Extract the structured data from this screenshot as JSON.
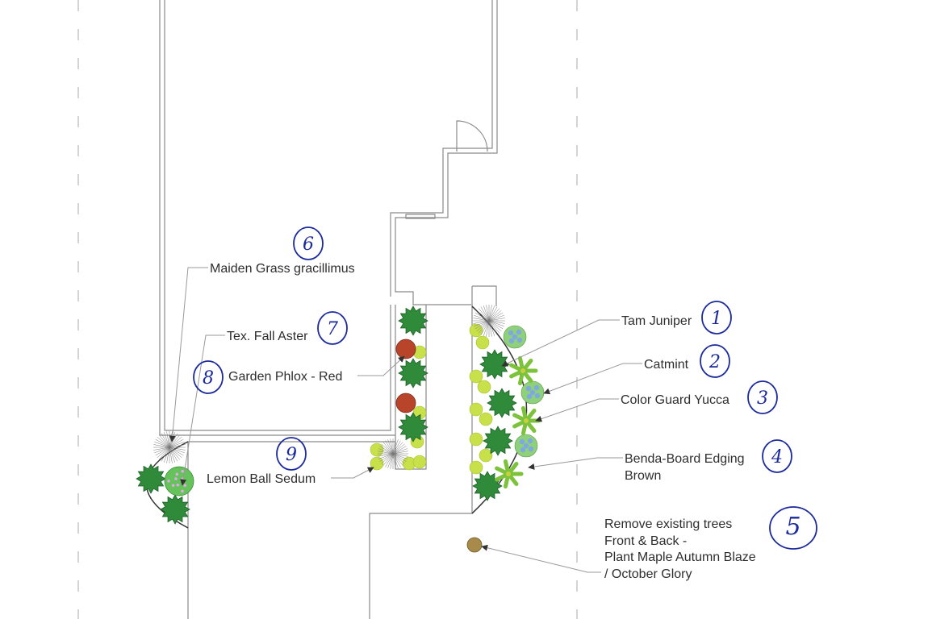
{
  "labels": {
    "maiden_grass": "Maiden Grass gracillimus",
    "fall_aster": "Tex. Fall Aster",
    "garden_phlox": "Garden Phlox - Red",
    "lemon_ball": "Lemon Ball Sedum",
    "tam_juniper": "Tam Juniper",
    "catmint": "Catmint",
    "yucca": "Color Guard Yucca",
    "edging_1": "Benda-Board Edging",
    "edging_2": "Brown",
    "trees_1": "Remove existing trees",
    "trees_2": "Front & Back  -",
    "trees_3": "Plant Maple Autumn Blaze",
    "trees_4": "/ October Glory"
  },
  "annotations": {
    "n1": "1",
    "n2": "2",
    "n3": "3",
    "n4": "4",
    "n5": "5",
    "n6": "6",
    "n7": "7",
    "n8": "8",
    "n9": "9"
  },
  "colors": {
    "juniper": "#2f8a3a",
    "lemon_ball": "#c8e04a",
    "phlox": "#b8442a",
    "catmint": "#8fd07a",
    "catmint_flower": "#7fa8e0",
    "yucca": "#7cc23a",
    "aster": "#66c25a",
    "aster_flower": "#e0a8e8",
    "tree": "#a88a4a",
    "annotation": "#1b2a9c"
  }
}
